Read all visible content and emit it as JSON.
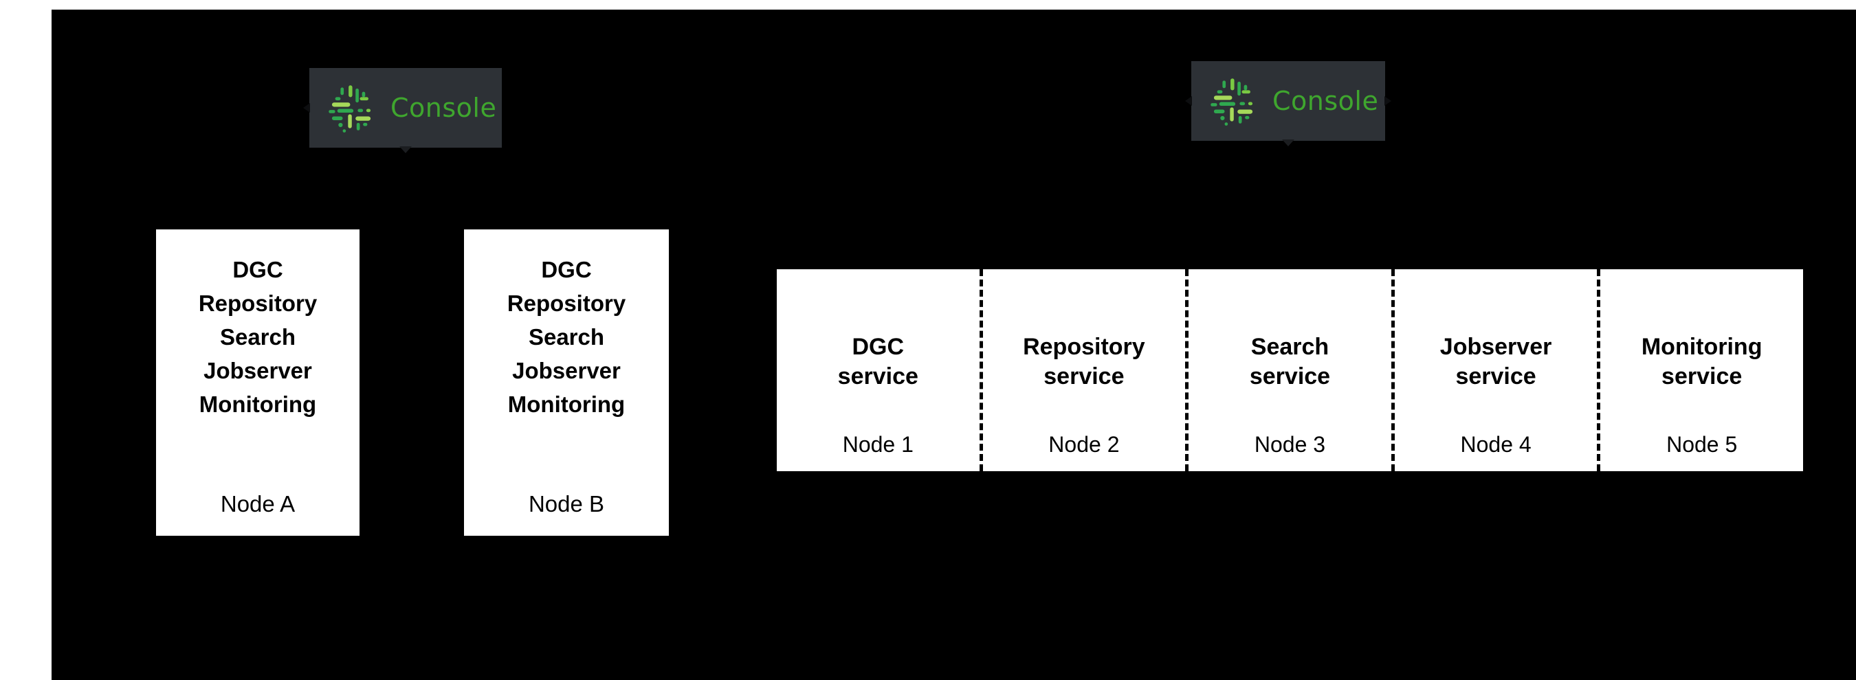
{
  "diagram": {
    "background_color": "#000000",
    "page_background_color": "#ffffff",
    "console_badges": [
      {
        "label": "Console",
        "icon": "console-dashes-icon",
        "background_color": "#2d3136",
        "text_color": "#3fa62e"
      },
      {
        "label": "Console",
        "icon": "console-dashes-icon",
        "background_color": "#2d3136",
        "text_color": "#3fa62e"
      }
    ],
    "node_cards": [
      {
        "services": [
          "DGC",
          "Repository",
          "Search",
          "Jobserver",
          "Monitoring"
        ],
        "node_name": "Node A"
      },
      {
        "services": [
          "DGC",
          "Repository",
          "Search",
          "Jobserver",
          "Monitoring"
        ],
        "node_name": "Node B"
      }
    ],
    "node_panel": {
      "cells": [
        {
          "service_line1": "DGC",
          "service_line2": "service",
          "node_name": "Node 1"
        },
        {
          "service_line1": "Repository",
          "service_line2": "service",
          "node_name": "Node 2"
        },
        {
          "service_line1": "Search",
          "service_line2": "service",
          "node_name": "Node 3"
        },
        {
          "service_line1": "Jobserver",
          "service_line2": "service",
          "node_name": "Node 4"
        },
        {
          "service_line1": "Monitoring",
          "service_line2": "service",
          "node_name": "Node 5"
        }
      ]
    }
  }
}
